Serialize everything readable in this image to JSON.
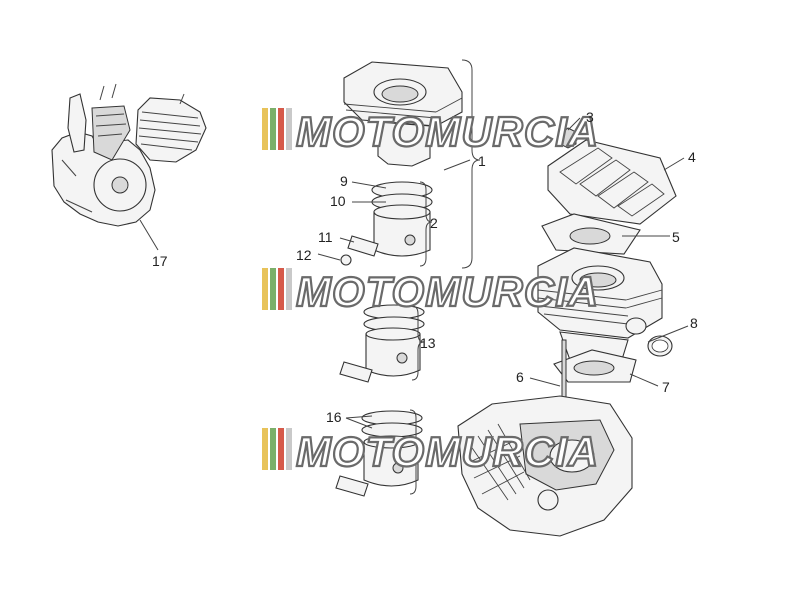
{
  "watermark": {
    "text": "MOTOMURCIA",
    "stripe_colors": [
      "#e8c35a",
      "#7bb06a",
      "#d65a4a",
      "#c9c9c9"
    ]
  },
  "labels": {
    "l1": "1",
    "l2": "2",
    "l3": "3",
    "l4": "4",
    "l5": "5",
    "l6": "6",
    "l7": "7",
    "l8": "8",
    "l9": "9",
    "l10": "10",
    "l11": "11",
    "l12": "12",
    "l13": "13",
    "l16": "16",
    "l17": "17"
  }
}
